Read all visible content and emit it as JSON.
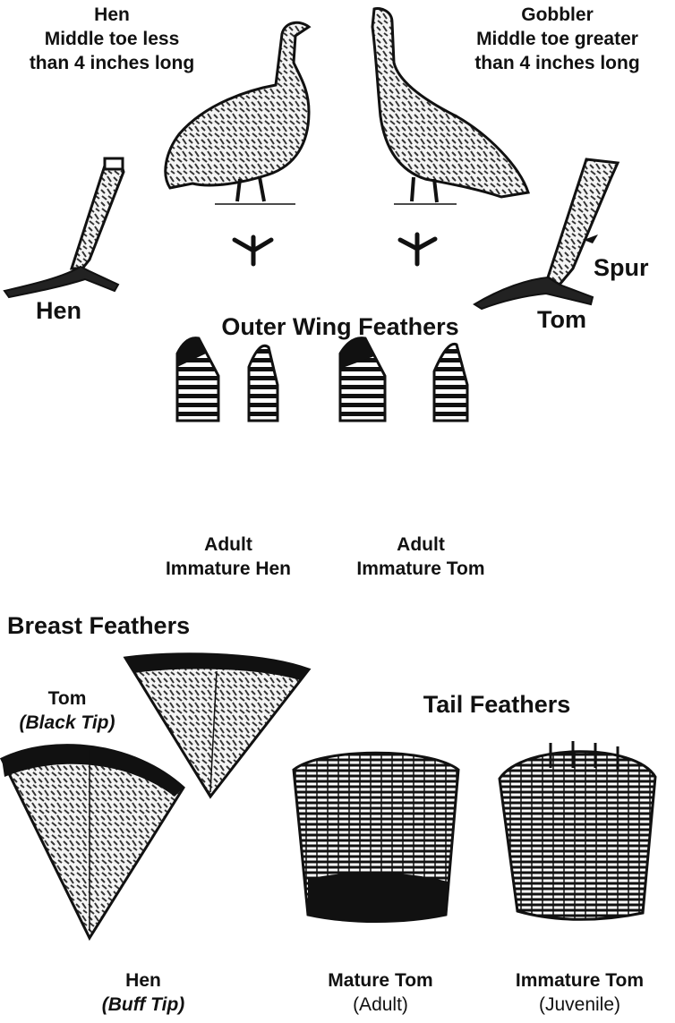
{
  "hen_top": {
    "line1": "Hen",
    "line2": "Middle toe less",
    "line3": "than 4 inches long"
  },
  "gobbler_top": {
    "line1": "Gobbler",
    "line2": "Middle toe greater",
    "line3": "than 4 inches long"
  },
  "leg_labels": {
    "hen": "Hen",
    "tom": "Tom",
    "spur": "Spur"
  },
  "wing": {
    "title": "Outer Wing Feathers",
    "hen": {
      "line1": "Adult",
      "line2": "Immature Hen"
    },
    "tom": {
      "line1": "Adult",
      "line2": "Immature Tom"
    }
  },
  "breast": {
    "title": "Breast Feathers",
    "tom": {
      "name": "Tom",
      "tip": "(Black Tip)"
    },
    "hen": {
      "name": "Hen",
      "tip": "(Buff Tip)"
    }
  },
  "tail": {
    "title": "Tail Feathers",
    "mature": {
      "name": "Mature Tom",
      "age": "(Adult)"
    },
    "immature": {
      "name": "Immature Tom",
      "age": "(Juvenile)"
    }
  }
}
